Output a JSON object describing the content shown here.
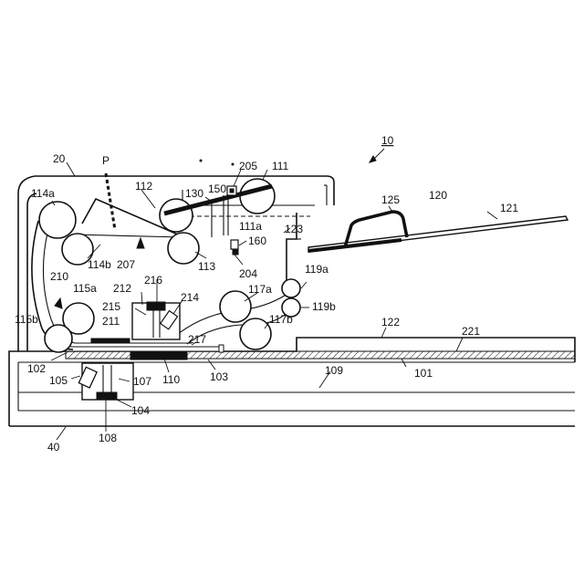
{
  "figure_ref": "10",
  "labels": {
    "l20": "20",
    "lP": "P",
    "l205": "205",
    "l111": "111",
    "l112": "112",
    "l130": "130",
    "l150": "150",
    "l114a": "114a",
    "l114b": "114b",
    "l207": "207",
    "l111a": "111a",
    "l123": "123",
    "l113": "113",
    "l160": "160",
    "l204": "204",
    "l125": "125",
    "l120": "120",
    "l121": "121",
    "l119a": "119a",
    "l119b": "119b",
    "l210": "210",
    "l115a": "115a",
    "l216": "216",
    "l212": "212",
    "l215": "215",
    "l214": "214",
    "l211": "211",
    "l117a": "117a",
    "l117b": "117b",
    "l115b": "115b",
    "l217": "217",
    "l122": "122",
    "l221": "221",
    "l102": "102",
    "l110": "110",
    "l103": "103",
    "l109": "109",
    "l101": "101",
    "l105": "105",
    "l107": "107",
    "l104": "104",
    "l40": "40",
    "l108": "108"
  }
}
